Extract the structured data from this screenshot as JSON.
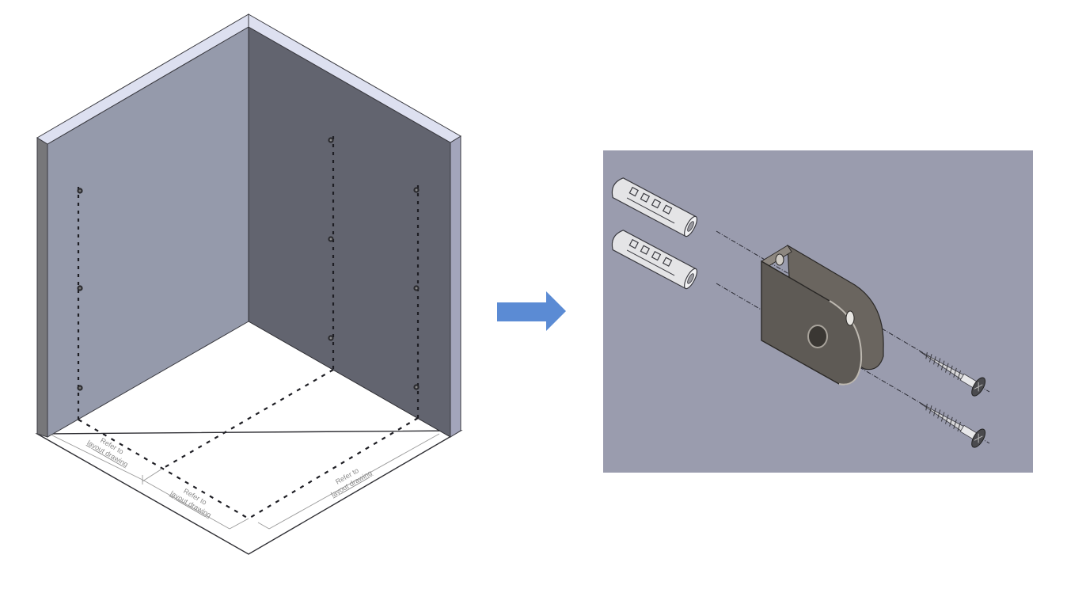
{
  "figure": {
    "left_panel": {
      "name": "room-corner-layout",
      "walls": [
        "left-wall",
        "back-wall"
      ],
      "fixing_points": {
        "left_wall_column": 3,
        "back_wall_column_1": 3,
        "back_wall_column_2": 3
      },
      "dimension_labels": [
        {
          "line1": "Refer to",
          "line2": "layout drawing"
        },
        {
          "line1": "Refer to",
          "line2": "layout drawing"
        },
        {
          "line1": "Refer to",
          "line2": "layout drawing"
        }
      ]
    },
    "arrow": {
      "direction": "right",
      "color": "#5b8bd4"
    },
    "right_panel": {
      "name": "bracket-fixing-detail",
      "background": "#9a9cae",
      "parts": [
        "wall-plug",
        "wall-plug",
        "u-bracket",
        "screw",
        "screw"
      ]
    }
  },
  "colors": {
    "left_wall_face": "#959aab",
    "back_wall_face": "#62646f",
    "wall_top_edge": "#dde0f0",
    "left_wall_side": "#77777a",
    "right_wall_side": "#a3a5bb",
    "floor": "#ffffff",
    "outline": "#2e2e33",
    "bracket": "#5e5a55",
    "plug": "#e4e4e6"
  }
}
